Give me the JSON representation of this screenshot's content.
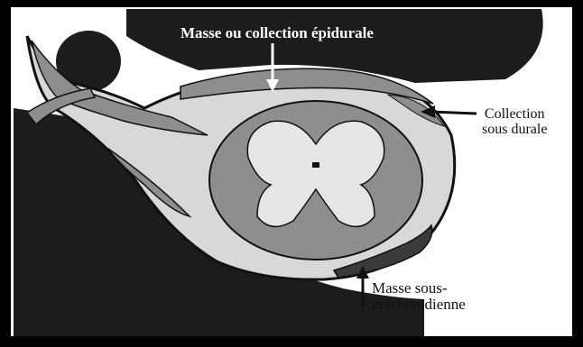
{
  "figure": {
    "labels": {
      "epidural": "Masse ou collection épidurale",
      "subdural_line1": "Collection",
      "subdural_line2": "sous durale",
      "subarachnoid_line1": "Masse sous-",
      "subarachnoid_line2": "arachnoïdienne"
    },
    "colors": {
      "background": "#000000",
      "panel": "#ffffff",
      "dark_tissue": "#1c1c1c",
      "dura_fill": "#d8d8d8",
      "cord_gray": "#8e8e8e",
      "gray_matter": "#e6e6e6",
      "collection_dark": "#3a3a3a"
    }
  }
}
